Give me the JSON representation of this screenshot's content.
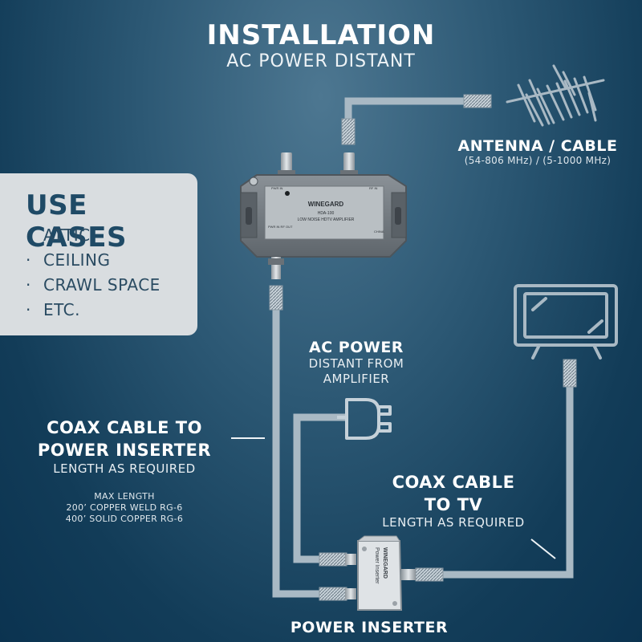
{
  "title": "INSTALLATION",
  "subtitle": "AC POWER DISTANT",
  "use_cases": {
    "title": "USE CASES",
    "items": [
      "ATTIC",
      "CEILING",
      "CRAWL SPACE",
      "ETC."
    ]
  },
  "antenna": {
    "label": "ANTENNA / CABLE",
    "freq": "(54-806 MHz) / (5-1000 MHz)"
  },
  "amplifier": {
    "brand": "WINEGARD",
    "model": "HDA-100",
    "desc": "LOW NOISE HDTV AMPLIFIER",
    "left_port": "PWR IN",
    "right_port": "RF IN",
    "side_label": "PWR IN RF OUT",
    "origin": "CHINA"
  },
  "ac_power": {
    "label": "AC POWER",
    "line1": "DISTANT FROM",
    "line2": "AMPLIFIER"
  },
  "coax_power": {
    "line1": "COAX CABLE TO",
    "line2": "POWER INSERTER",
    "note": "LENGTH AS REQUIRED",
    "max_title": "MAX LENGTH",
    "max_1": "200’ COPPER WELD RG-6",
    "max_2": "400’ SOLID COPPER RG-6"
  },
  "coax_tv": {
    "line1": "COAX CABLE",
    "line2": "TO TV",
    "note": "LENGTH AS REQUIRED"
  },
  "inserter": {
    "label": "POWER INSERTER",
    "brand": "WINEGARD",
    "text": "Power Inserter"
  },
  "colors": {
    "cable": "#a9b9c4",
    "cable_outline": "#c5d1d9",
    "panel": "#d9dde0",
    "heading_dark": "#1f4a66",
    "device": "#6d747a"
  }
}
